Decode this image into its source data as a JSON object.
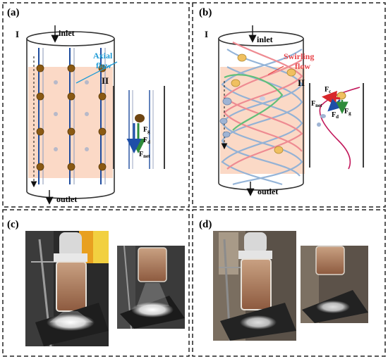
{
  "panels": {
    "a": {
      "label": "(a)",
      "section1": "I",
      "section2": "II",
      "inlet": "inlet",
      "outlet": "outlet",
      "flow_line1": "Axial",
      "flow_line2": "flow",
      "forces": [
        {
          "main": "F",
          "sub": "g"
        },
        {
          "main": "F",
          "sub": "d"
        },
        {
          "main": "F",
          "sub": "net"
        }
      ]
    },
    "b": {
      "label": "(b)",
      "section1": "I",
      "section2": "II",
      "inlet": "inlet",
      "outlet": "outlet",
      "flow_line1": "Swirling",
      "flow_line2": "flow",
      "forces": [
        {
          "main": "F",
          "sub": "c"
        },
        {
          "main": "F",
          "sub": "net"
        },
        {
          "main": "F",
          "sub": "d"
        },
        {
          "main": "F",
          "sub": "g"
        }
      ]
    },
    "c": {
      "label": "(c)"
    },
    "d": {
      "label": "(d)"
    }
  },
  "colors": {
    "axial_flow": "#1f9bd6",
    "swirling_flow": "#e8454a",
    "bed_fill": "#fbd9c6",
    "particle": "#8a5a14",
    "force_arrow": "#2e8b3a",
    "net_arrow": "#1e4fa8",
    "centrifugal_arrow": "#d8262a"
  }
}
